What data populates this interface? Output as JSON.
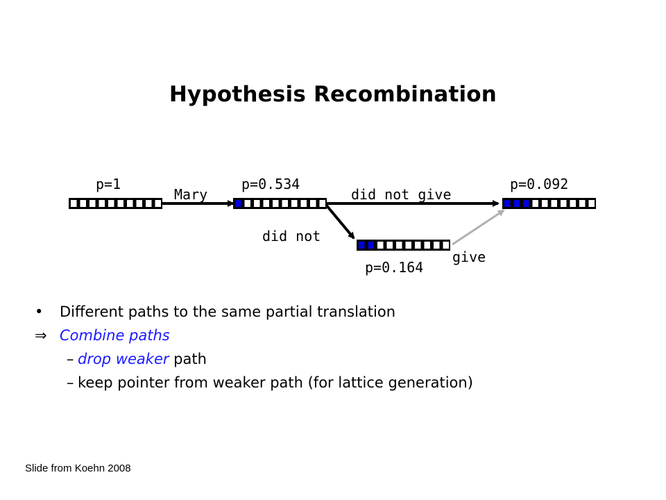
{
  "title": "Hypothesis Recombination",
  "diagram": {
    "nodes": [
      {
        "id": "n0",
        "prob_label": "p=1",
        "coverage": [
          0,
          0,
          0,
          0,
          0,
          0,
          0,
          0,
          0,
          0
        ]
      },
      {
        "id": "n1",
        "prob_label": "p=0.534",
        "coverage": [
          1,
          0,
          0,
          0,
          0,
          0,
          0,
          0,
          0,
          0
        ]
      },
      {
        "id": "n2",
        "prob_label": "p=0.092",
        "coverage": [
          1,
          1,
          1,
          0,
          0,
          0,
          0,
          0,
          0,
          0
        ]
      },
      {
        "id": "n3",
        "prob_label": "p=0.164",
        "coverage": [
          1,
          1,
          0,
          0,
          0,
          0,
          0,
          0,
          0,
          0
        ]
      }
    ],
    "edges": [
      {
        "from": "n0",
        "to": "n1",
        "label": "Mary",
        "style": "strong"
      },
      {
        "from": "n1",
        "to": "n2",
        "label": "did not give",
        "style": "strong"
      },
      {
        "from": "n1",
        "to": "n3",
        "label": "did not",
        "style": "strong"
      },
      {
        "from": "n3",
        "to": "n2",
        "label": "give",
        "style": "weak"
      }
    ],
    "colors": {
      "covered": "#0000dd",
      "uncovered": "#ffffff",
      "strong_edge": "#000000",
      "weak_edge": "#b0b0b0"
    }
  },
  "bullets": {
    "b1_marker": "•",
    "b1_text": "Different paths to the same partial translation",
    "b2_marker": "⇒",
    "b2_text": "Combine paths",
    "s1_marker": "–",
    "s1_emph": "drop weaker",
    "s1_rest": " path",
    "s2_marker": "–",
    "s2_text": "keep pointer from weaker path (for lattice generation)"
  },
  "footer": "Slide from Koehn 2008",
  "accent_color": "#1a1aff"
}
